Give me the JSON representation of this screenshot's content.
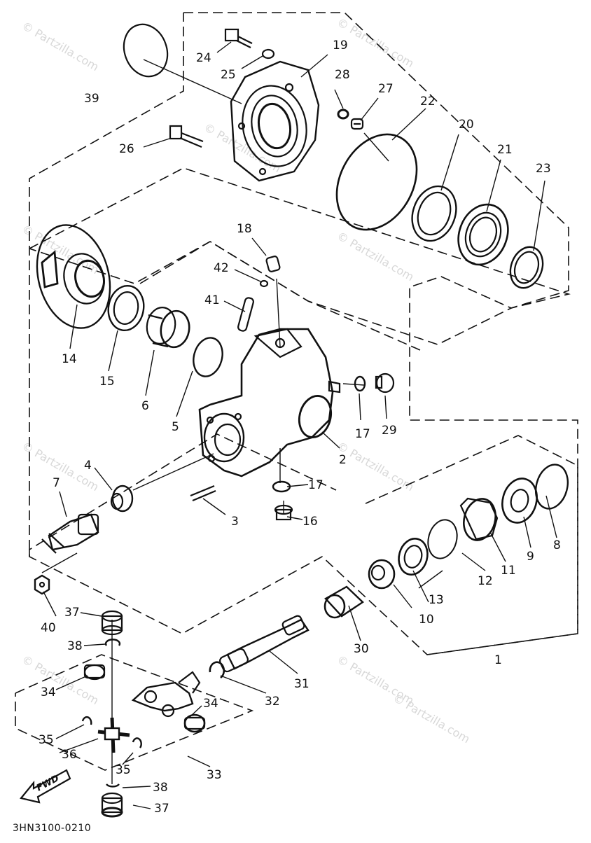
{
  "watermarks": [
    "© Partzilla.com",
    "© Partzilla.com",
    "© Partzilla.com",
    "© Partzilla.com",
    "© Partzilla.com",
    "© Partzilla.com",
    "© Partzilla.com",
    "© Partzilla.com",
    "© Partzilla.com",
    "© Partzilla.com"
  ],
  "part_labels": {
    "p1": "1",
    "p2": "2",
    "p3": "3",
    "p4": "4",
    "p5": "5",
    "p6": "6",
    "p7": "7",
    "p8": "8",
    "p9": "9",
    "p10": "10",
    "p11": "11",
    "p12": "12",
    "p13": "13",
    "p14": "14",
    "p15": "15",
    "p16": "16",
    "p17a": "17",
    "p17b": "17",
    "p18": "18",
    "p19": "19",
    "p20": "20",
    "p21": "21",
    "p22": "22",
    "p23": "23",
    "p24": "24",
    "p25": "25",
    "p26": "26",
    "p27": "27",
    "p28": "28",
    "p29": "29",
    "p30": "30",
    "p31": "31",
    "p32": "32",
    "p33": "33",
    "p34a": "34",
    "p34b": "34",
    "p35a": "35",
    "p35b": "35",
    "p36": "36",
    "p37a": "37",
    "p37b": "37",
    "p38a": "38",
    "p38b": "38",
    "p39": "39",
    "p40": "40",
    "p41": "41",
    "p42": "42"
  },
  "diagram_code": "3HN3100-0210",
  "fwd_arrow_label": "FWD",
  "colors": {
    "ink": "#111111",
    "watermark": "#d8d8d8",
    "background": "#ffffff"
  }
}
